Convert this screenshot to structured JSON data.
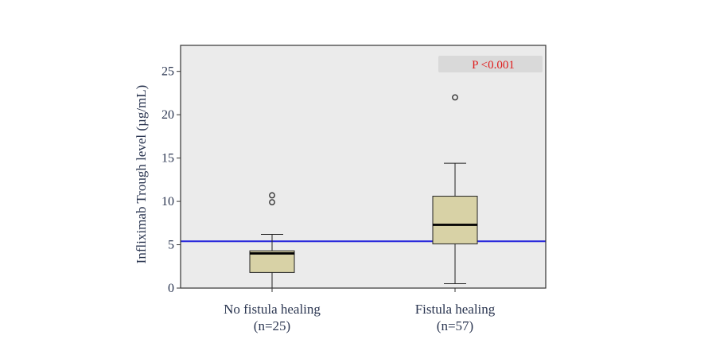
{
  "chart_data": {
    "type": "box",
    "ylabel": "Infliximab Trough level (µg/mL)",
    "xlabel": "",
    "ylim": [
      0,
      28
    ],
    "yticks": [
      0,
      5,
      10,
      15,
      20,
      25
    ],
    "grid": false,
    "background_color": "#ebebeb",
    "box_fill_color": "#d8d2a6",
    "reference_line": {
      "value": 5.4,
      "color": "#2b2bdc"
    },
    "annotation": {
      "text": "P <0.001",
      "color": "#e01a1a",
      "box_color": "#d9d9d9"
    },
    "groups": [
      {
        "label_line1": "No fistula healing",
        "label_line2": "(n=25)",
        "whisker_low": 0.0,
        "q1": 1.8,
        "median": 4.0,
        "q3": 4.3,
        "whisker_high": 6.2,
        "outliers": [
          9.9,
          10.7
        ]
      },
      {
        "label_line1": "Fistula healing",
        "label_line2": "(n=57)",
        "whisker_low": 0.5,
        "q1": 5.1,
        "median": 7.3,
        "q3": 10.6,
        "whisker_high": 14.4,
        "outliers": [
          22.0
        ]
      }
    ]
  }
}
